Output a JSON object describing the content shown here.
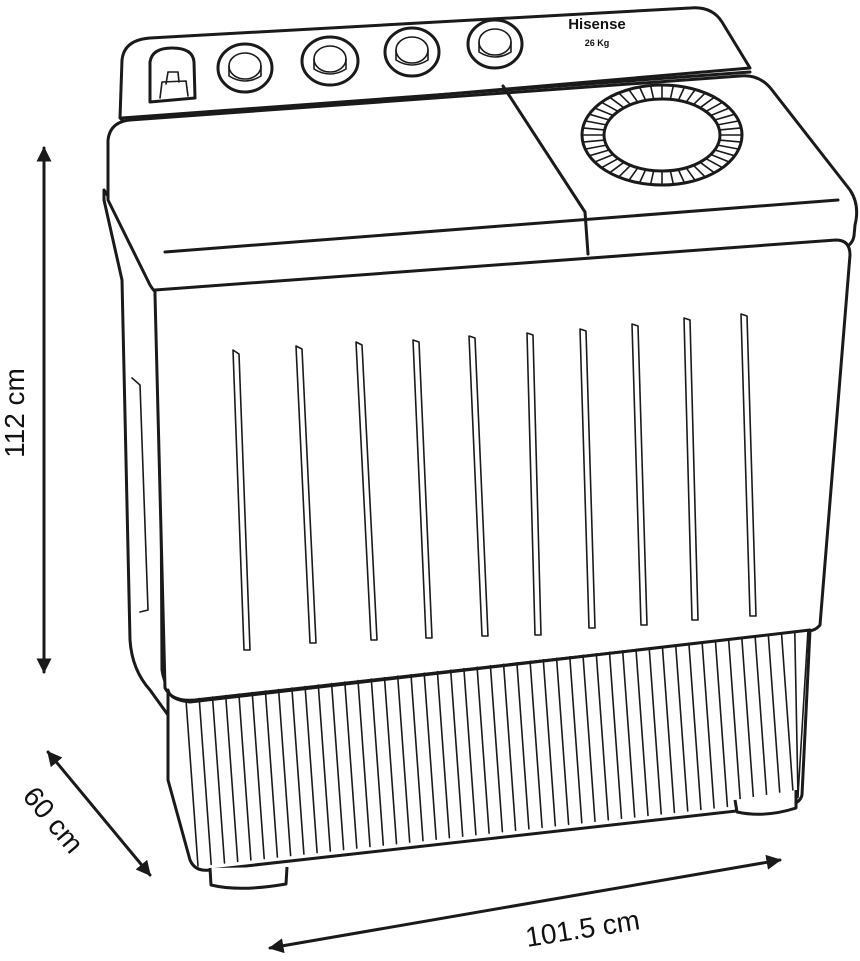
{
  "product": {
    "brand": "Hisense",
    "capacity": "26 Kg"
  },
  "dimensions": {
    "height": "112 cm",
    "depth": "60 cm",
    "width": "101.5 cm"
  },
  "colors": {
    "line": "#1a1a1a",
    "background": "#ffffff"
  }
}
